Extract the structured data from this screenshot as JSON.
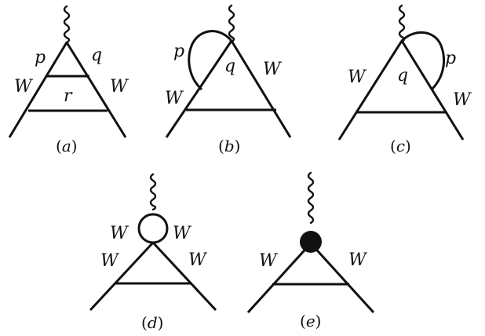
{
  "diagrams": [
    {
      "id": "a",
      "caption": "a",
      "labels": {
        "p": "p",
        "q": "q",
        "r": "r",
        "w_left": "W",
        "w_right": "W"
      }
    },
    {
      "id": "b",
      "caption": "b",
      "labels": {
        "p": "p",
        "q": "q",
        "w_left": "W",
        "w_right": "W"
      }
    },
    {
      "id": "c",
      "caption": "c",
      "labels": {
        "p": "p",
        "q": "q",
        "w_left": "W",
        "w_right": "W"
      }
    },
    {
      "id": "d",
      "caption": "d",
      "labels": {
        "w_loop_left": "W",
        "w_loop_right": "W",
        "w_left": "W",
        "w_right": "W"
      }
    },
    {
      "id": "e",
      "caption": "e",
      "labels": {
        "w_left": "W",
        "w_right": "W"
      }
    }
  ],
  "colors": {
    "line": "#111111",
    "background": "#ffffff"
  }
}
